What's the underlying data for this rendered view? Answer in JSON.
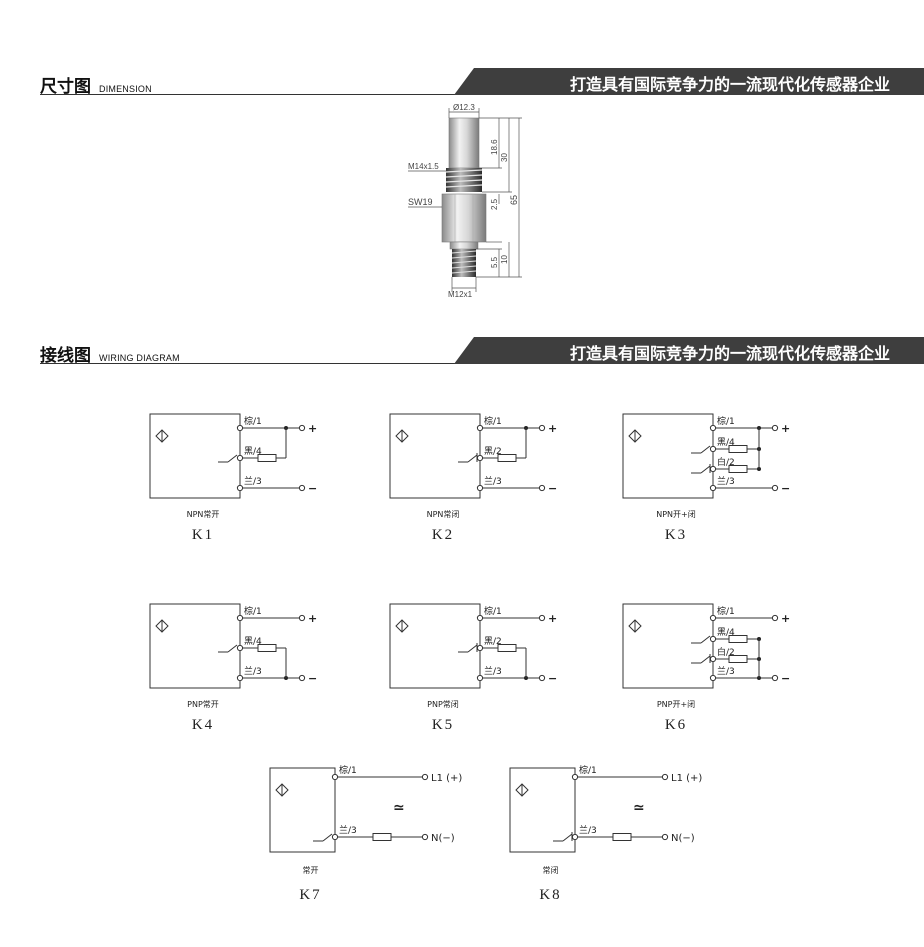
{
  "sections": {
    "dimension": {
      "title": "尺寸图",
      "subtitle": "DIMENSION",
      "slogan": "打造具有国际竞争力的一流现代化传感器企业"
    },
    "wiring": {
      "title": "接线图",
      "subtitle": "WIRING DIAGRAM",
      "slogan": "打造具有国际竞争力的一流现代化传感器企业"
    }
  },
  "dimension_labels": {
    "diameter": "Ø12.3",
    "thread_top": "M14x1.5",
    "wrench": "SW19",
    "thread_bottom": "M12x1",
    "d_18_6": "18.6",
    "d_30": "30",
    "d_2_5": "2.5",
    "d_65": "65",
    "d_5_5": "5.5",
    "d_10": "10"
  },
  "wire_labels": {
    "brown": "棕/1",
    "black": "黑/4",
    "black2": "黑/2",
    "white": "白/2",
    "blue": "兰/3",
    "plus": "+",
    "minus": "−",
    "l1": "L1 (+)",
    "n": "N(−)",
    "ac": "≃"
  },
  "diagrams": [
    {
      "code": "K1",
      "caption": "NPN常开"
    },
    {
      "code": "K2",
      "caption": "NPN常闭"
    },
    {
      "code": "K3",
      "caption": "NPN开+闭"
    },
    {
      "code": "K4",
      "caption": "PNP常开"
    },
    {
      "code": "K5",
      "caption": "PNP常闭"
    },
    {
      "code": "K6",
      "caption": "PNP开+闭"
    },
    {
      "code": "K7",
      "caption": "常开"
    },
    {
      "code": "K8",
      "caption": "常闭"
    }
  ]
}
